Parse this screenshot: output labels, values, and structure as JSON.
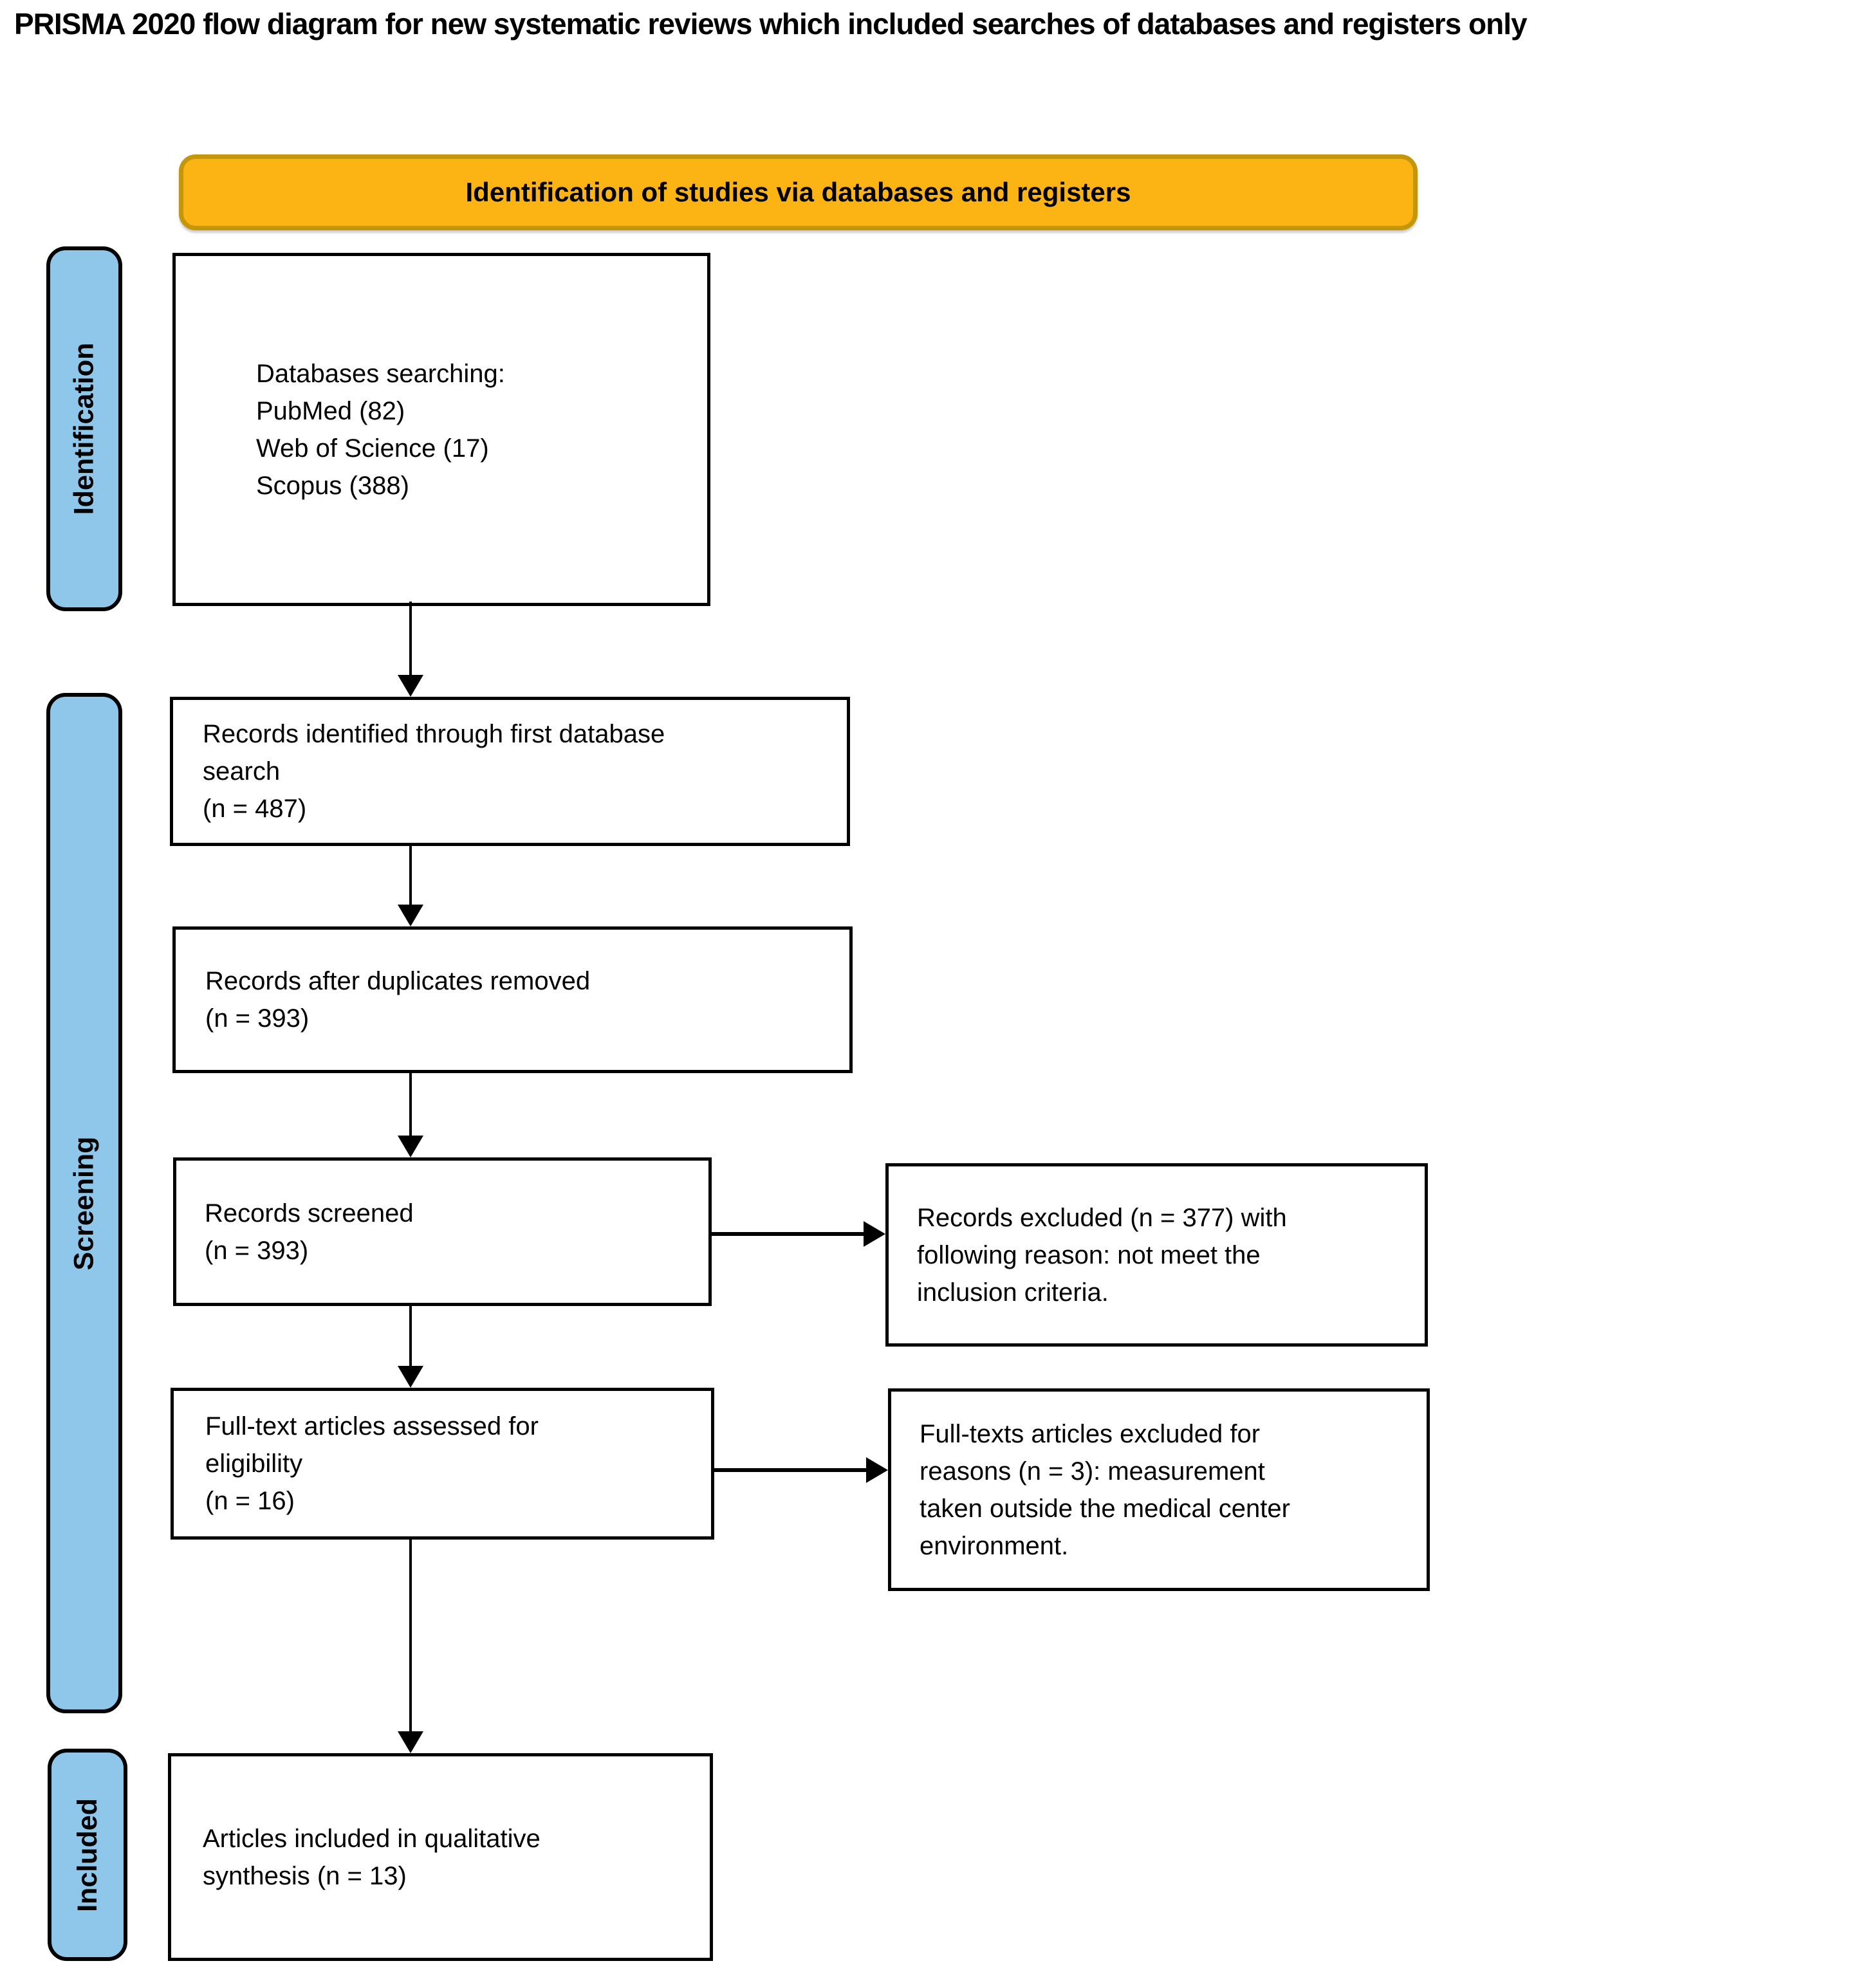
{
  "title": "PRISMA 2020 flow diagram for new systematic reviews which included searches of databases and registers only",
  "header": {
    "label": "Identification of studies via databases and registers"
  },
  "stages": [
    {
      "label": "Identification"
    },
    {
      "label": "Screening"
    },
    {
      "label": "Included"
    }
  ],
  "flow": {
    "databases": {
      "lines": [
        "Databases searching:",
        "PubMed (82)",
        "Web of Science (17)",
        "Scopus (388)"
      ]
    },
    "identified": {
      "lines": [
        "Records identified through first database",
        "search",
        "(n = 487)"
      ]
    },
    "deduplicated": {
      "lines": [
        "Records after duplicates removed",
        "(n = 393)"
      ]
    },
    "screened": {
      "lines": [
        "Records screened",
        "(n = 393)"
      ]
    },
    "excluded_records": {
      "lines": [
        "Records excluded (n = 377) with",
        "following reason: not meet the",
        "inclusion criteria."
      ]
    },
    "fulltext": {
      "lines": [
        "Full-text articles assessed for",
        "eligibility",
        "(n = 16)"
      ]
    },
    "excluded_fulltext": {
      "lines": [
        "Full-texts articles excluded for",
        "reasons (n = 3): measurement",
        "taken outside the medical center",
        "environment."
      ]
    },
    "included": {
      "lines": [
        "Articles included in qualitative",
        "synthesis (n = 13)"
      ]
    }
  },
  "colors": {
    "header_fill": "#FCB415",
    "header_border": "#C49609",
    "stage_fill": "#8EC7E9",
    "stage_border": "#000000",
    "box_border": "#000000",
    "text": "#000000",
    "background": "#FFFFFF"
  }
}
